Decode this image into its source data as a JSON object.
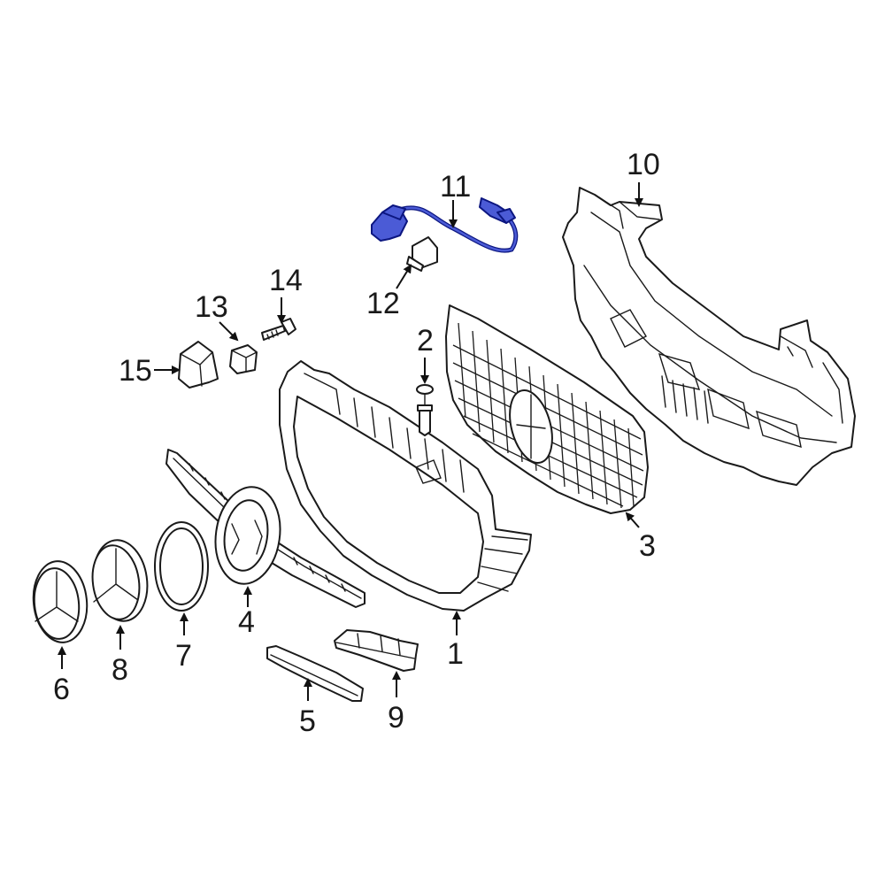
{
  "highlight_color": "#4b5bd6",
  "callouts": {
    "p1": "1",
    "p2": "2",
    "p3": "3",
    "p4": "4",
    "p5": "5",
    "p6": "6",
    "p7": "7",
    "p8": "8",
    "p9": "9",
    "p10": "10",
    "p11": "11",
    "p12": "12",
    "p13": "13",
    "p14": "14",
    "p15": "15"
  }
}
